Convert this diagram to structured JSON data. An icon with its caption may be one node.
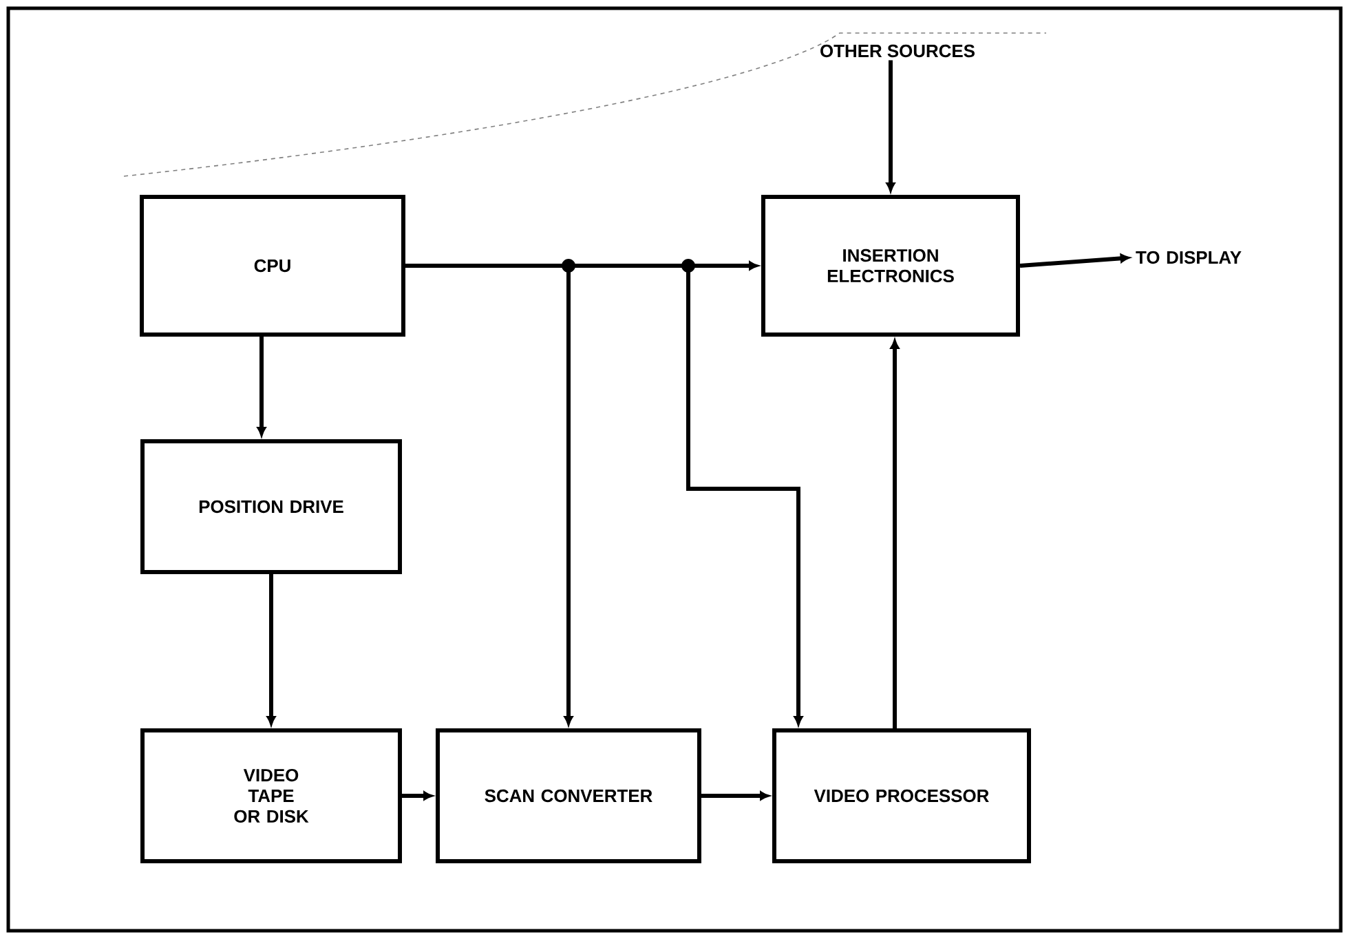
{
  "diagram": {
    "nodes": [
      {
        "text": [
          "CPU"
        ]
      },
      {
        "text": [
          "INSERTION ELECTRONICS"
        ]
      },
      {
        "text": [
          "POSITION DRIVE"
        ]
      },
      {
        "text": [
          "VIDEO TAPE OR DISK"
        ]
      },
      {
        "text": [
          "SCAN CONVERTER"
        ]
      },
      {
        "text": [
          "VIDEO PROCESSOR"
        ]
      },
      {
        "text": [
          "OTHER SOURCES"
        ]
      },
      {
        "text": [
          "TO DISPLAY"
        ]
      }
    ],
    "edges": [
      {
        "from": 0,
        "to": 1,
        "arrow": "to"
      },
      {
        "from": 0,
        "to": 4,
        "arrow": "to"
      },
      {
        "from": 0,
        "to": 5,
        "arrow": "to"
      },
      {
        "from": 0,
        "to": 2,
        "arrow": "to"
      },
      {
        "from": 2,
        "to": 3,
        "arrow": "to"
      },
      {
        "from": 3,
        "to": 4,
        "arrow": "to"
      },
      {
        "from": 4,
        "to": 5,
        "arrow": "to"
      },
      {
        "from": 5,
        "to": 1,
        "arrow": "to"
      },
      {
        "from": 6,
        "to": 1,
        "arrow": "to"
      },
      {
        "from": 1,
        "to": 7,
        "arrow": "to"
      }
    ]
  }
}
